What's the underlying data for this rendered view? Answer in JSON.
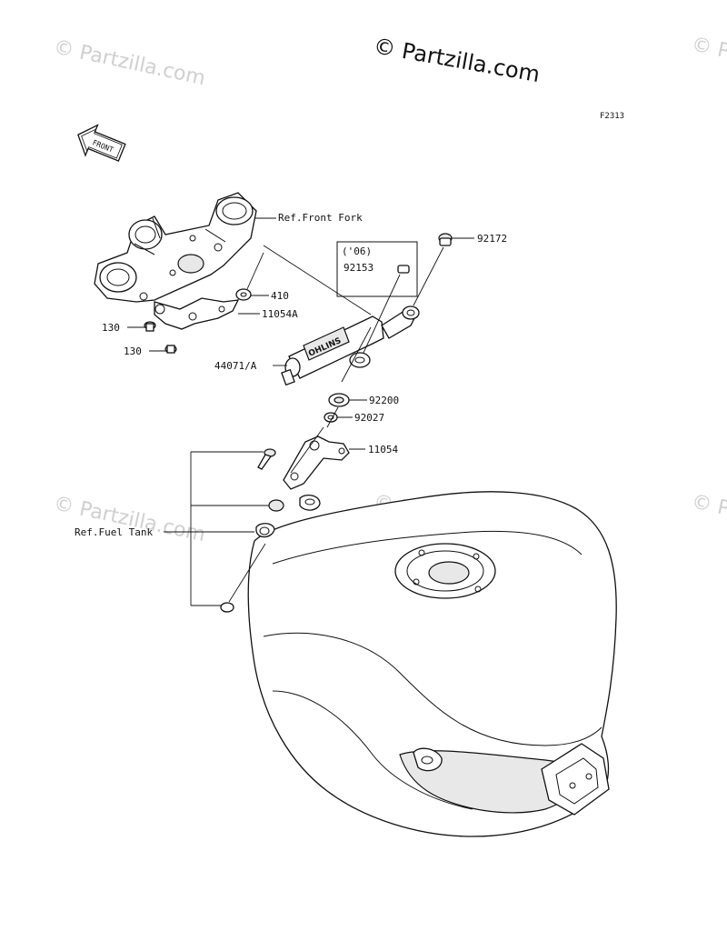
{
  "watermarks": {
    "text": "© Partzilla.com",
    "brand": "© Partzilla.com"
  },
  "figure_code": "F2313",
  "front_arrow_label": "FRONT",
  "references": {
    "front_fork": "Ref.Front Fork",
    "fuel_tank": "Ref.Fuel Tank"
  },
  "note_box": {
    "year": "('06)",
    "part": "92153"
  },
  "damper_logo": "OHLINS",
  "callouts": [
    {
      "id": "92172",
      "label": "92172"
    },
    {
      "id": "410",
      "label": "410"
    },
    {
      "id": "11054A",
      "label": "11054A"
    },
    {
      "id": "130a",
      "label": "130"
    },
    {
      "id": "130b",
      "label": "130"
    },
    {
      "id": "44071A",
      "label": "44071/A"
    },
    {
      "id": "92200",
      "label": "92200"
    },
    {
      "id": "92027",
      "label": "92027"
    },
    {
      "id": "11054",
      "label": "11054"
    }
  ]
}
